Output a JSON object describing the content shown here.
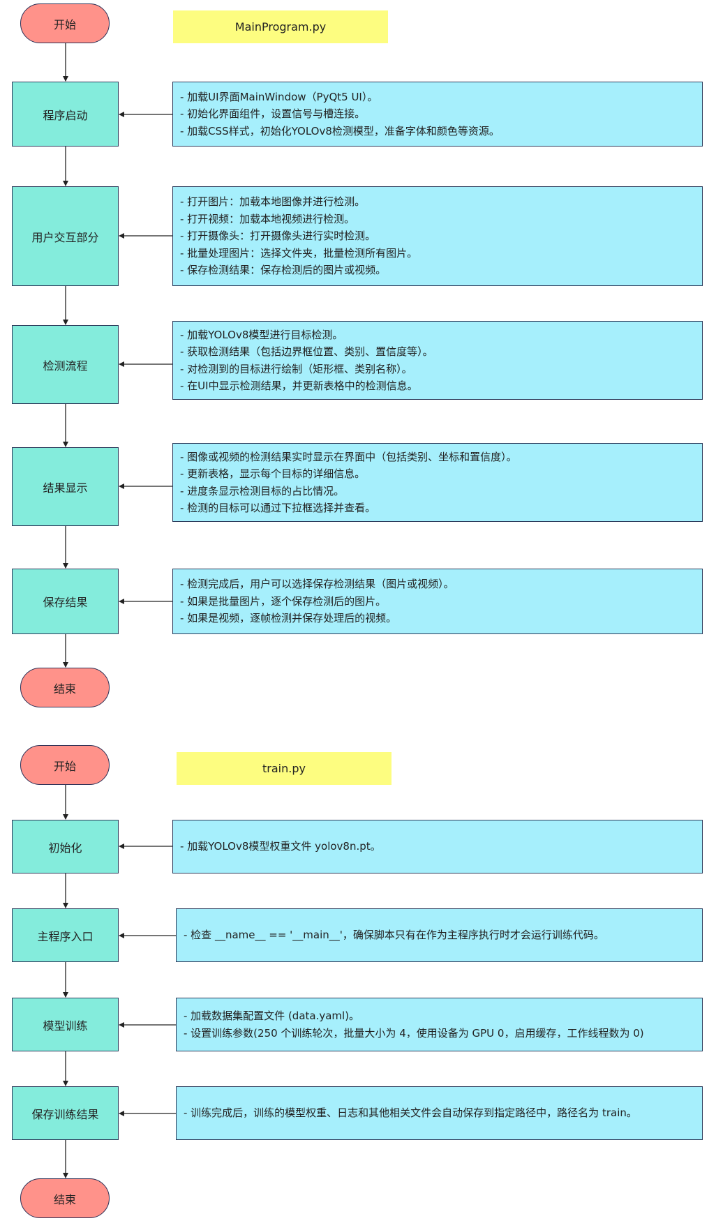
{
  "sections": [
    {
      "title": "MainProgram.py",
      "start": "开始",
      "end": "结束",
      "steps": [
        {
          "label": "程序启动",
          "details": [
            "- 加载UI界面MainWindow（PyQt5 UI）。",
            "- 初始化界面组件，设置信号与槽连接。",
            "- 加载CSS样式，初始化YOLOv8检测模型，准备字体和颜色等资源。"
          ]
        },
        {
          "label": "用户交互部分",
          "details": [
            "- 打开图片：加载本地图像并进行检测。",
            "- 打开视频：加载本地视频进行检测。",
            "- 打开摄像头：打开摄像头进行实时检测。",
            "- 批量处理图片：选择文件夹，批量检测所有图片。",
            "- 保存检测结果：保存检测后的图片或视频。"
          ]
        },
        {
          "label": "检测流程",
          "details": [
            "- 加载YOLOv8模型进行目标检测。",
            "- 获取检测结果（包括边界框位置、类别、置信度等）。",
            "- 对检测到的目标进行绘制（矩形框、类别名称）。",
            "- 在UI中显示检测结果，并更新表格中的检测信息。"
          ]
        },
        {
          "label": "结果显示",
          "details": [
            "- 图像或视频的检测结果实时显示在界面中（包括类别、坐标和置信度）。",
            "- 更新表格，显示每个目标的详细信息。",
            "- 进度条显示检测目标的占比情况。",
            "- 检测的目标可以通过下拉框选择并查看。"
          ]
        },
        {
          "label": "保存结果",
          "details": [
            "- 检测完成后，用户可以选择保存检测结果（图片或视频）。",
            "- 如果是批量图片，逐个保存检测后的图片。",
            "- 如果是视频，逐帧检测并保存处理后的视频。"
          ]
        }
      ]
    },
    {
      "title": "train.py",
      "start": "开始",
      "end": "结束",
      "steps": [
        {
          "label": "初始化",
          "details": [
            "- 加载YOLOv8模型权重文件 yolov8n.pt。"
          ]
        },
        {
          "label": "主程序入口",
          "details": [
            "- 检查 __name__ == '__main__'，确保脚本只有在作为主程序执行时才会运行训练代码。"
          ]
        },
        {
          "label": "模型训练",
          "details": [
            "- 加载数据集配置文件 (data.yaml)。",
            "- 设置训练参数(250 个训练轮次，批量大小为 4，使用设备为 GPU 0，启用缓存，工作线程数为 0)"
          ]
        },
        {
          "label": "保存训练结果",
          "details": [
            "- 训练完成后，训练的模型权重、日志和其他相关文件会自动保存到指定路径中，路径名为 train。"
          ]
        }
      ]
    }
  ],
  "colors": {
    "terminal": "#ff928a",
    "step": "#84ecdc",
    "detail": "#a6effc",
    "title": "#fdfd80",
    "border": "#2b3a5a"
  }
}
